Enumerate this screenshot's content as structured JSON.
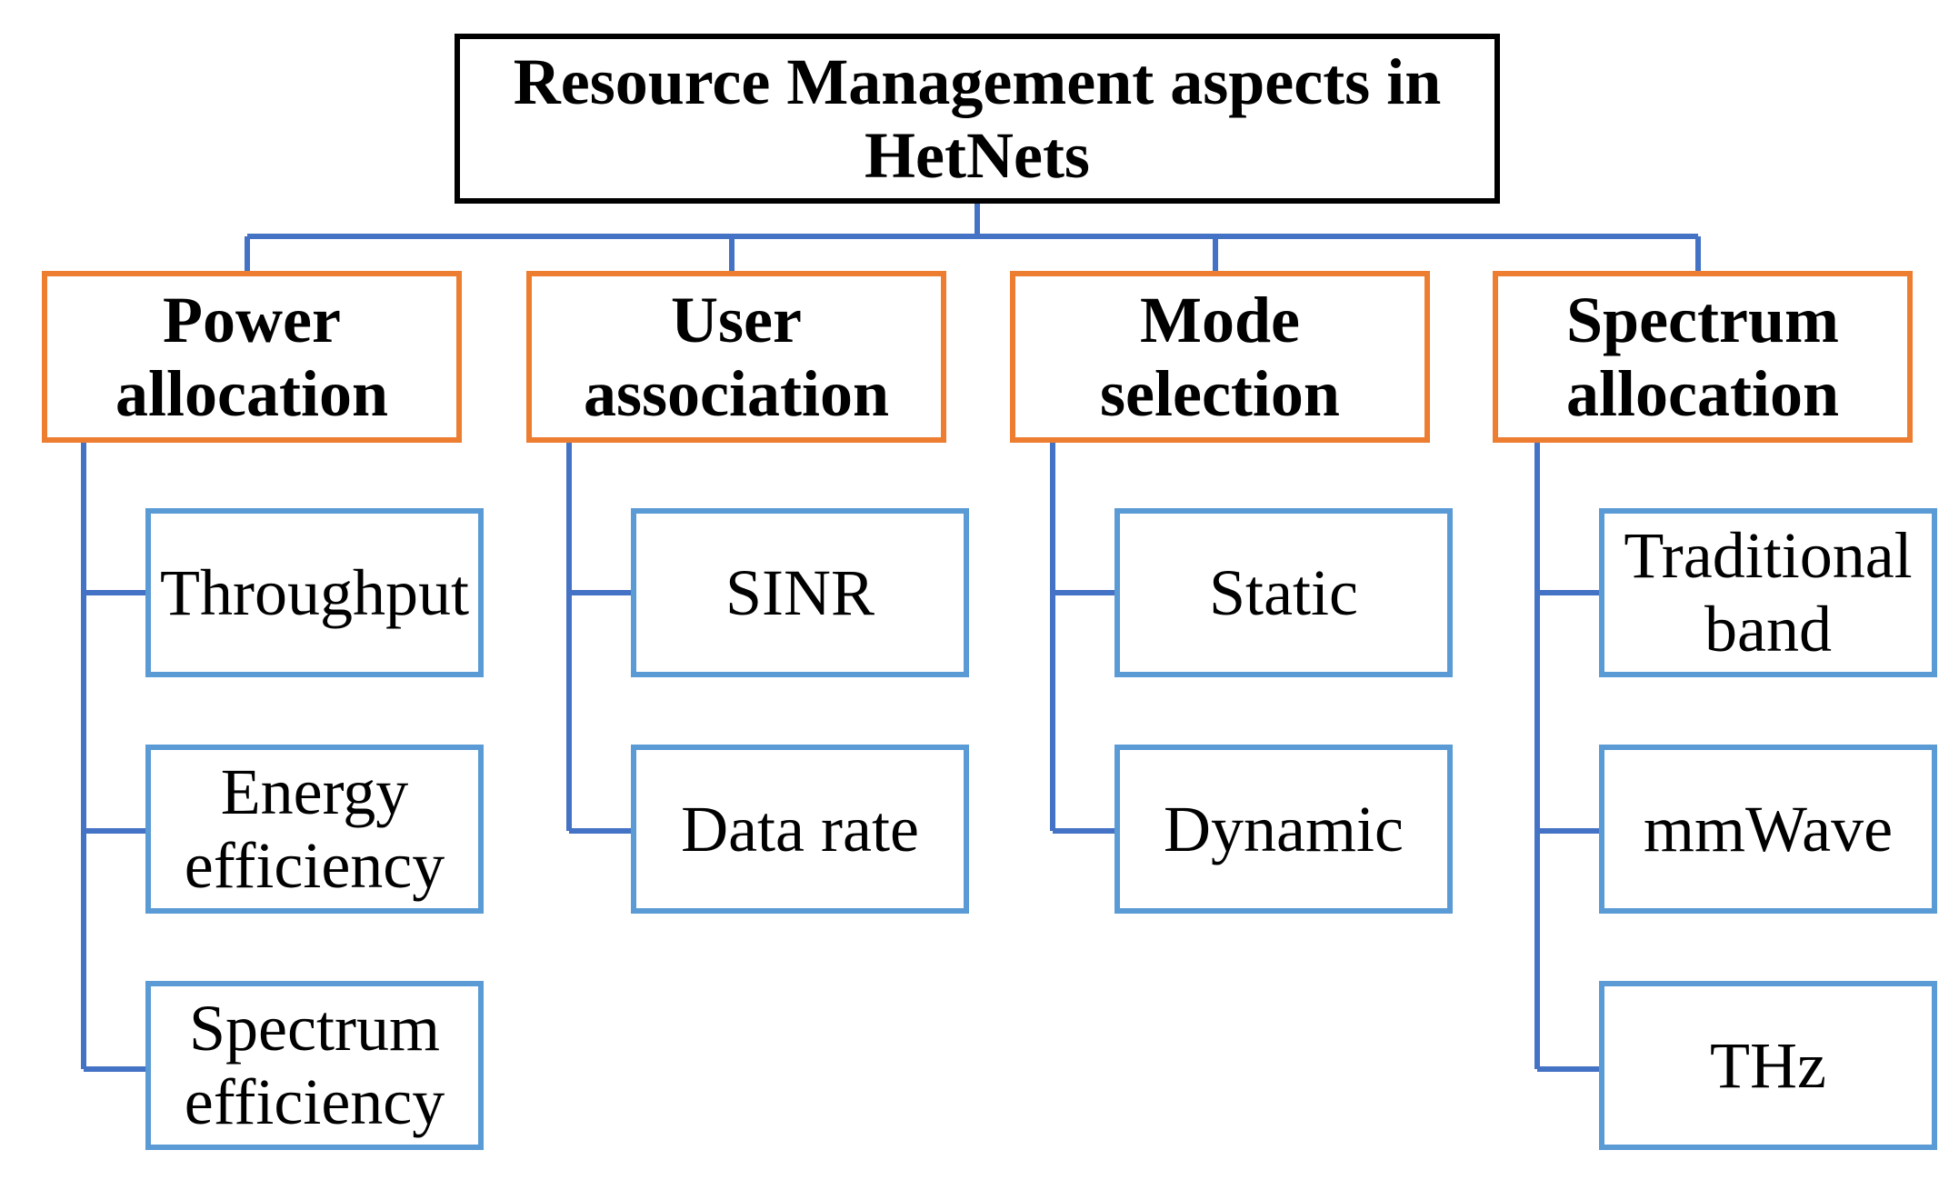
{
  "root": {
    "label": "Resource Management aspects in HetNets"
  },
  "colors": {
    "root_border": "#000000",
    "category_border": "#ED7D31",
    "leaf_border": "#5B9BD5",
    "connector": "#4472C4"
  },
  "categories": [
    {
      "label": "Power allocation",
      "items": [
        "Throughput",
        "Energy efficiency",
        "Spectrum efficiency"
      ]
    },
    {
      "label": "User association",
      "items": [
        "SINR",
        "Data rate"
      ]
    },
    {
      "label": "Mode selection",
      "items": [
        "Static",
        "Dynamic"
      ]
    },
    {
      "label": "Spectrum allocation",
      "items": [
        "Traditional band",
        "mmWave",
        "THz"
      ]
    }
  ]
}
